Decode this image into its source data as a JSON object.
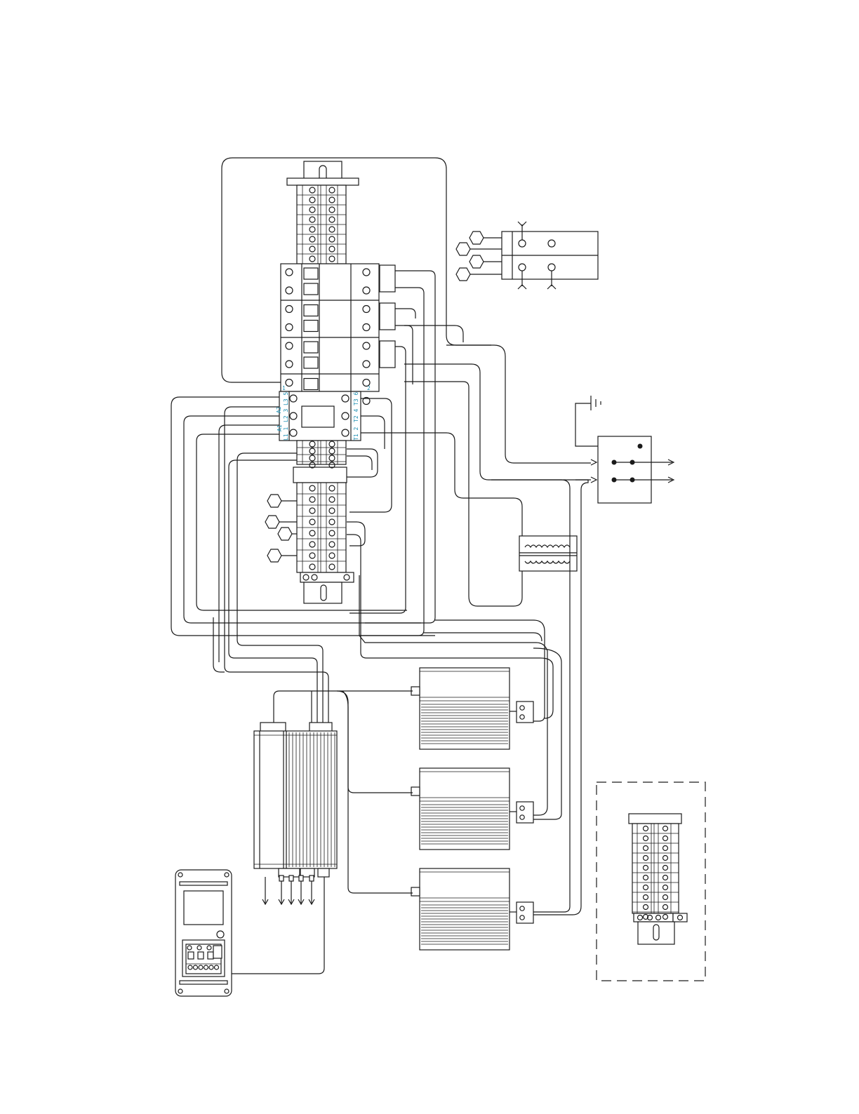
{
  "contactor": {
    "labels": [
      "A2",
      "A1",
      "L1 1",
      "L2 3",
      "L3 5",
      "T1 2",
      "T2 4",
      "T3 6",
      "1",
      "2"
    ]
  },
  "colors": {
    "line": "#1a1a1a",
    "terminal_label": "#1e90b4"
  }
}
